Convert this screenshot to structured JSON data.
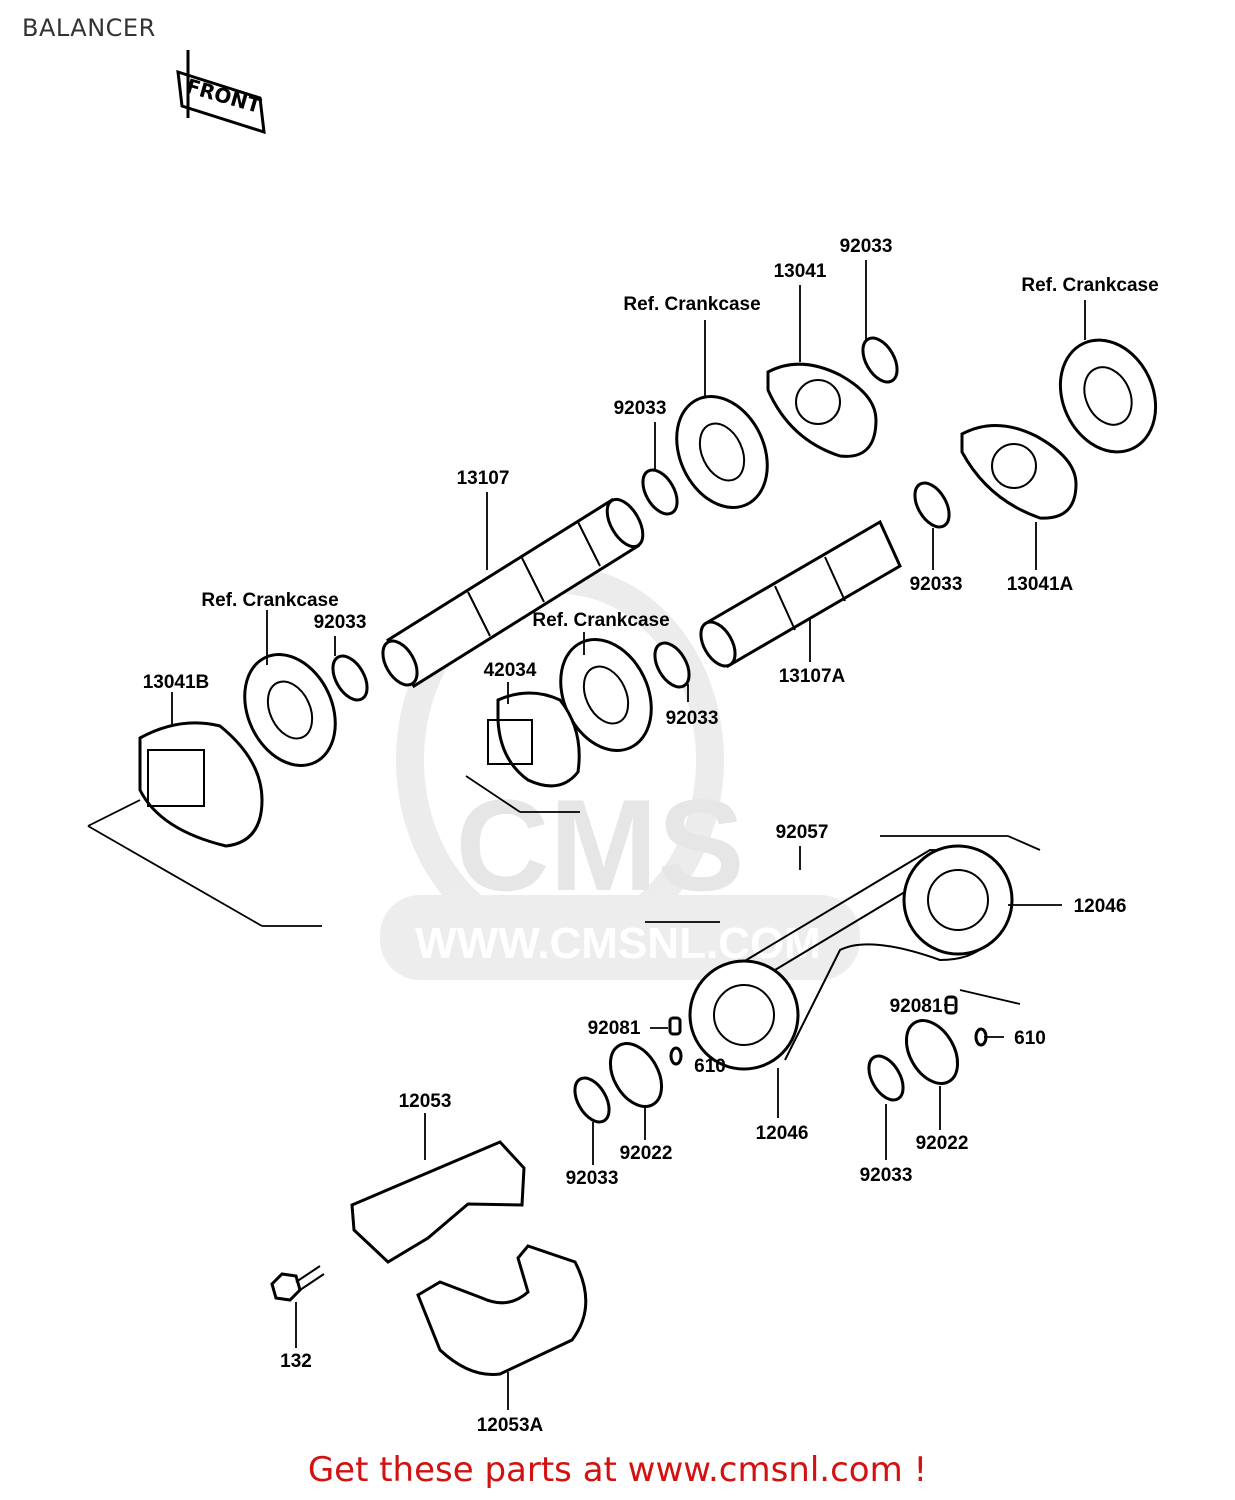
{
  "page": {
    "title": "BALANCER",
    "footer_link": "Get these parts at www.cmsnl.com !"
  },
  "watermark": {
    "brand": "CMS",
    "url": "WWW.CMSNL.COM"
  },
  "front_marker": "FRONT",
  "colors": {
    "line": "#000000",
    "watermark": "#e6e6e6",
    "footer": "#d41111"
  },
  "callouts": {
    "c92033_a": "92033",
    "c13041": "13041",
    "ref_crankcase_a": "Ref. Crankcase",
    "ref_crankcase_b": "Ref. Crankcase",
    "c92033_b": "92033",
    "c13107": "13107",
    "c92033_c": "92033",
    "c13041A": "13041A",
    "ref_crankcase_c": "Ref. Crankcase",
    "c92033_d": "92033",
    "c13041B": "13041B",
    "ref_crankcase_d": "Ref. Crankcase",
    "c42034": "42034",
    "c92033_e": "92033",
    "c13107A": "13107A",
    "c92057": "92057",
    "c12046_a": "12046",
    "c92081_a": "92081",
    "c610_a": "610",
    "c92081_b": "92081",
    "c610_b": "610",
    "c12053": "12053",
    "c92033_f": "92033",
    "c92022_a": "92022",
    "c12046_b": "12046",
    "c92022_b": "92022",
    "c92033_g": "92033",
    "c132": "132",
    "c12053A": "12053A"
  }
}
